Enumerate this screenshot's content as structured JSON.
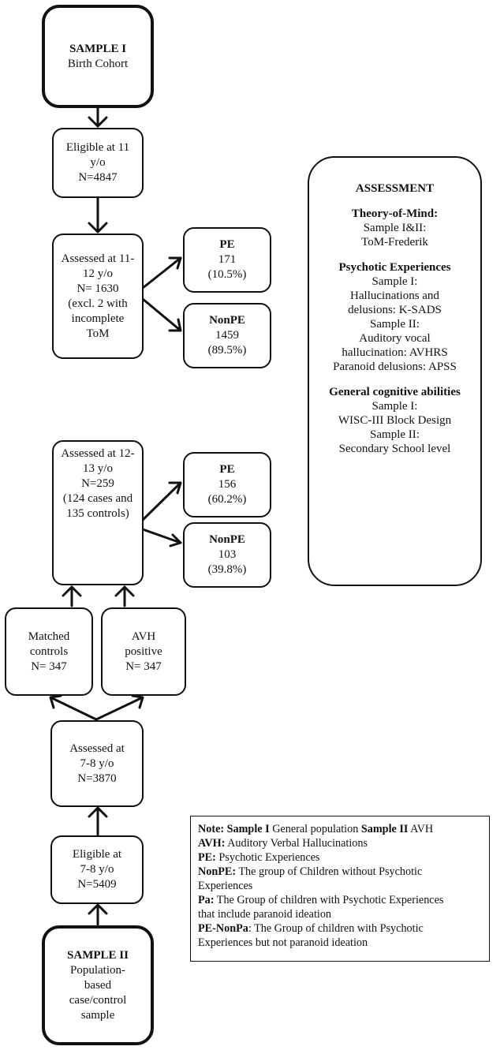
{
  "sample1": {
    "title": "SAMPLE I",
    "subtitle": "Birth Cohort"
  },
  "eligible11": {
    "line1": "Eligible at 11",
    "line2": "y/o",
    "line3": "N=4847"
  },
  "assessed11": {
    "line1": "Assessed at 11-",
    "line2": "12 y/o",
    "line3": "N= 1630",
    "line4": "(excl. 2 with",
    "line5": "incomplete",
    "line6": "ToM"
  },
  "pe1": {
    "title": "PE",
    "count": "171",
    "pct": "(10.5%)"
  },
  "nonpe1": {
    "title": "NonPE",
    "count": "1459",
    "pct": "(89.5%)"
  },
  "assessed12": {
    "line1": "Assessed at 12-",
    "line2": "13 y/o",
    "line3": "N=259",
    "line4": "(124 cases and",
    "line5": "135 controls)"
  },
  "pe2": {
    "title": "PE",
    "count": "156",
    "pct": "(60.2%)"
  },
  "nonpe2": {
    "title": "NonPE",
    "count": "103",
    "pct": "(39.8%)"
  },
  "matched": {
    "line1": "Matched",
    "line2": "controls",
    "line3": "N= 347"
  },
  "avh": {
    "line1": "AVH",
    "line2": "positive",
    "line3": "N= 347"
  },
  "assessed78": {
    "line1": "Assessed at",
    "line2": "7-8 y/o",
    "line3": "N=3870"
  },
  "eligible78": {
    "line1": "Eligible at",
    "line2": "7-8 y/o",
    "line3": "N=5409"
  },
  "sample2": {
    "title": "SAMPLE II",
    "line1": "Population-",
    "line2": "based",
    "line3": "case/control",
    "line4": "sample"
  },
  "assessment": {
    "heading": "ASSESSMENT",
    "tom_title": "Theory-of-Mind:",
    "tom_lines": [
      "Sample I&II:",
      "ToM-Frederik"
    ],
    "pe_title": "Psychotic Experiences",
    "pe_lines": [
      "Sample I:",
      "Hallucinations and",
      "delusions: K-SADS",
      "Sample II:",
      "Auditory vocal",
      "hallucination: AVHRS",
      "Paranoid delusions: APSS"
    ],
    "gca_title": "General cognitive abilities",
    "gca_lines": [
      "Sample I:",
      "WISC-III Block Design",
      "Sample II:",
      "Secondary School level"
    ]
  },
  "note": {
    "l1_b1": "Note: Sample I",
    "l1_t1": " General population ",
    "l1_b2": "Sample II",
    "l1_t2": " AVH",
    "l2_b": "AVH:",
    "l2_t": " Auditory Verbal Hallucinations",
    "l3_b": "PE:",
    "l3_t": " Psychotic Experiences",
    "l4_b": "NonPE:",
    "l4_t": " The group of Children without Psychotic",
    "l5_t": "Experiences",
    "l6_b": "Pa:",
    "l6_t": " The Group of children with Psychotic Experiences",
    "l7_t": "that include paranoid ideation",
    "l8_b": "PE-NonPa",
    "l8_t": ": The Group of children with Psychotic",
    "l9_t": "Experiences but not paranoid ideation"
  }
}
